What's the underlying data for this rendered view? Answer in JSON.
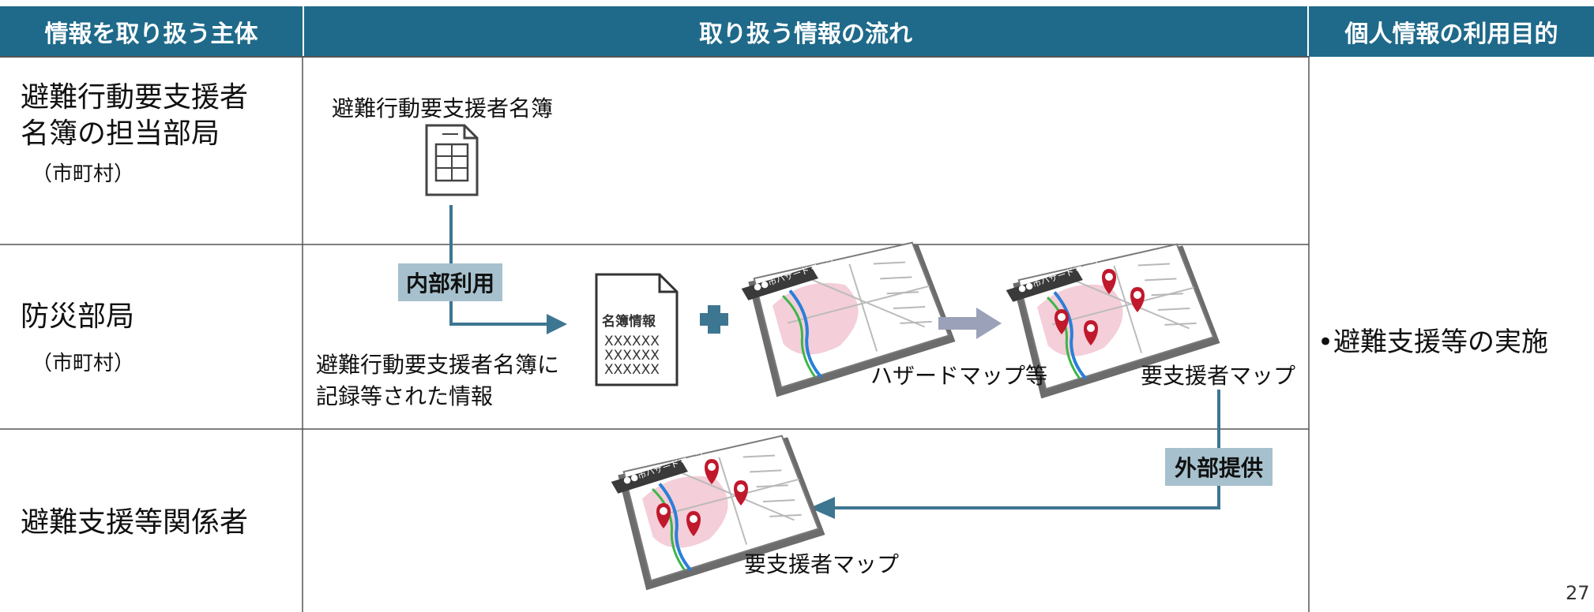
{
  "header": {
    "col1": "情報を取り扱う主体",
    "col2": "取り扱う情報の流れ",
    "col3": "個人情報の利用目的"
  },
  "rows": [
    {
      "entity_line1": "避難行動要支援者",
      "entity_line2": "名簿の担当部局",
      "entity_sub": "（市町村）"
    },
    {
      "entity_line1": "防災部局",
      "entity_sub": "（市町村）"
    },
    {
      "entity_line1": "避難支援等関係者"
    }
  ],
  "flow": {
    "roster_label": "避難行動要支援者名簿",
    "internal_use": "内部利用",
    "recorded_info_line1": "避難行動要支援者名簿に",
    "recorded_info_line2": "記録等された情報",
    "doc_title": "名簿情報",
    "doc_x1": "XXXXXX",
    "doc_x2": "XXXXXX",
    "doc_x3": "XXXXXX",
    "hazard_map": "ハザードマップ等",
    "support_map": "要支援者マップ",
    "external_provision": "外部提供",
    "support_map_bottom": "要支援者マップ",
    "map_title": "●●市ハザードマップ"
  },
  "purpose": "•避難支援等の実施",
  "page_number": "27",
  "colors": {
    "header_bg": "#1f6a8a",
    "connector": "#3d7691",
    "tag_bg": "#a6c1cd",
    "pin": "#c0182c",
    "plus": "#3d7691",
    "gray_arrow": "#9aa1b8"
  }
}
